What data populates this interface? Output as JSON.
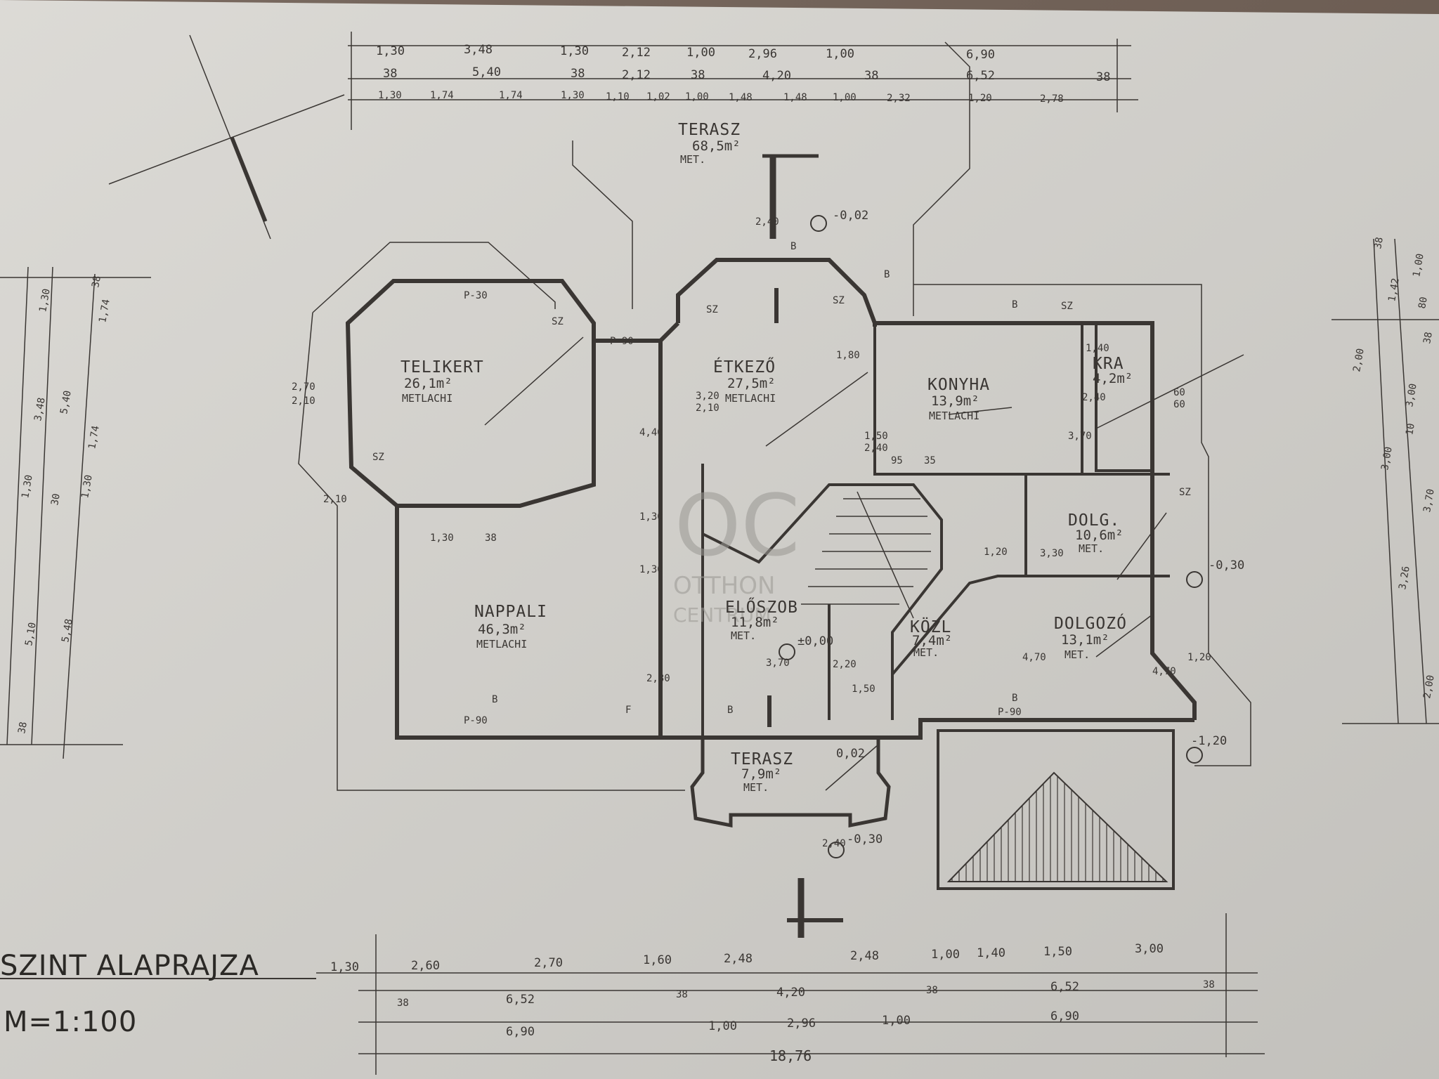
{
  "title": {
    "line1": "SZINT  ALAPRAJZA",
    "line2": "M=1:100"
  },
  "watermark": {
    "letters": "OC",
    "line1": "OTTHON",
    "line2": "CENTRUM"
  },
  "colors": {
    "paper": "#d8d6d1",
    "ink": "#3a3633",
    "background": "#6b5a4f"
  },
  "rooms": {
    "terasz_n": {
      "name": "TERASZ",
      "area": "68,5m²",
      "floor": "MET."
    },
    "telikert": {
      "name": "TELIKERT",
      "area": "26,1m²",
      "floor": "METLACHI"
    },
    "etkezo": {
      "name": "ÉTKEZŐ",
      "area": "27,5m²",
      "floor": "METLACHI"
    },
    "konyha": {
      "name": "KONYHA",
      "area": "13,9m²",
      "floor": "METLACHI"
    },
    "kamra": {
      "name": "KRA",
      "area": "4,2m²"
    },
    "dolg_small": {
      "name": "DOLG.",
      "area": "10,6m²",
      "floor": "MET."
    },
    "nappali": {
      "name": "NAPPALI",
      "area": "46,3m²",
      "floor": "METLACHI"
    },
    "eloter": {
      "name": "ELŐSZOB",
      "area": "11,8m²",
      "floor": "MET."
    },
    "kozl": {
      "name": "KÖZL",
      "area": "7,4m²",
      "floor": "MET."
    },
    "dolgozo": {
      "name": "DOLGOZÓ",
      "area": "13,1m²",
      "floor": "MET."
    },
    "terasz_s": {
      "name": "TERASZ",
      "area": "7,9m²",
      "floor": "MET."
    }
  },
  "levels": [
    "-0,02",
    "±0,00",
    "-0,30",
    "-0,30",
    "-1,20",
    "0,02"
  ],
  "dims_top": {
    "row1": [
      "1,30",
      "3,48",
      "1,30",
      "2,12",
      "1,00",
      "2,96",
      "1,00",
      "6,90"
    ],
    "row2": [
      "38",
      "5,40",
      "38",
      "2,12",
      "38",
      "4,20",
      "38",
      "6,52",
      "38"
    ],
    "row3": [
      "1,30",
      "1,74",
      "1,74",
      "1,30",
      "1,10",
      "1,02",
      "1,00",
      "1,48",
      "1,48",
      "1,00",
      "2,32",
      "1,20",
      "2,78"
    ]
  },
  "dims_bottom": {
    "row1": [
      "1,30",
      "2,60",
      "2,70",
      "1,60",
      "2,48",
      "2,48",
      "1,00",
      "1,40",
      "1,50",
      "3,00"
    ],
    "row2": [
      "38",
      "6,52",
      "38",
      "4,20",
      "38",
      "6,52",
      "38"
    ],
    "row3": [
      "6,90",
      "1,00",
      "2,96",
      "1,00",
      "6,90"
    ],
    "total": "18,76"
  },
  "dims_left": [
    "1,30",
    "3,48",
    "1,30",
    "5,10",
    "5,48",
    "38",
    "5,40",
    "1,74",
    "1,74",
    "1,30",
    "30",
    "38"
  ],
  "dims_right": [
    "38",
    "1,42",
    "1,00",
    "80",
    "38",
    "2,00",
    "3,00",
    "10",
    "3,00",
    "3,70",
    "3,26",
    "2,00"
  ],
  "labels_inner": {
    "p90": "P-90",
    "p30": "P-30",
    "sz": "SZ",
    "b": "B",
    "f": "F",
    "d1": "1,30",
    "d2": "38",
    "d3": "2,70",
    "d4": "2,10",
    "d5": "3,20",
    "d6": "2,10",
    "d7": "1,50",
    "d8": "2,40",
    "d9": "95",
    "d10": "35",
    "d11": "1,40",
    "d12": "2,40",
    "d13": "60",
    "d14": "60",
    "d15": "3,70",
    "d16": "3,30",
    "d17": "3,70",
    "d18": "2,20",
    "d19": "1,50",
    "d20": "4,70",
    "d21": "2,30",
    "d22": "1,20",
    "d23": "2,10",
    "d24": "2,40",
    "d25": "1,80",
    "d26": "2,40",
    "d27": "4,40",
    "d28": "1,30",
    "d29": "1,30",
    "d30": "1,20",
    "d31": "4,70"
  }
}
